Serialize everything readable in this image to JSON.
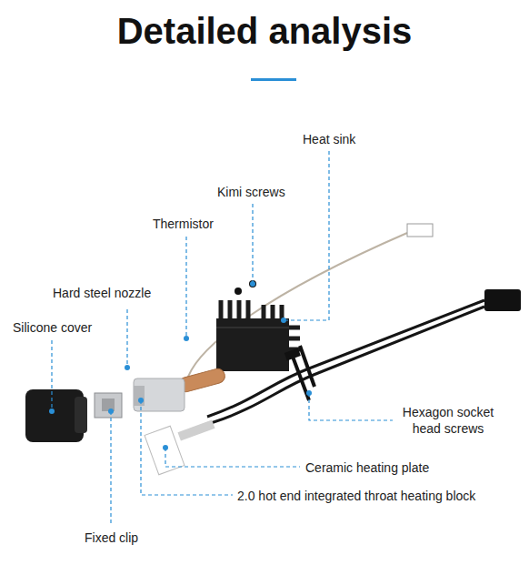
{
  "diagram": {
    "title": "Detailed analysis",
    "labels": [
      "Heat sink",
      "Kimi screws",
      "Thermistor",
      "Hard steel nozzle",
      "Silicone cover",
      "Hexagon socket head screws",
      "Ceramic heating plate",
      "2.0 hot end integrated throat heating block",
      "Fixed clip"
    ]
  }
}
